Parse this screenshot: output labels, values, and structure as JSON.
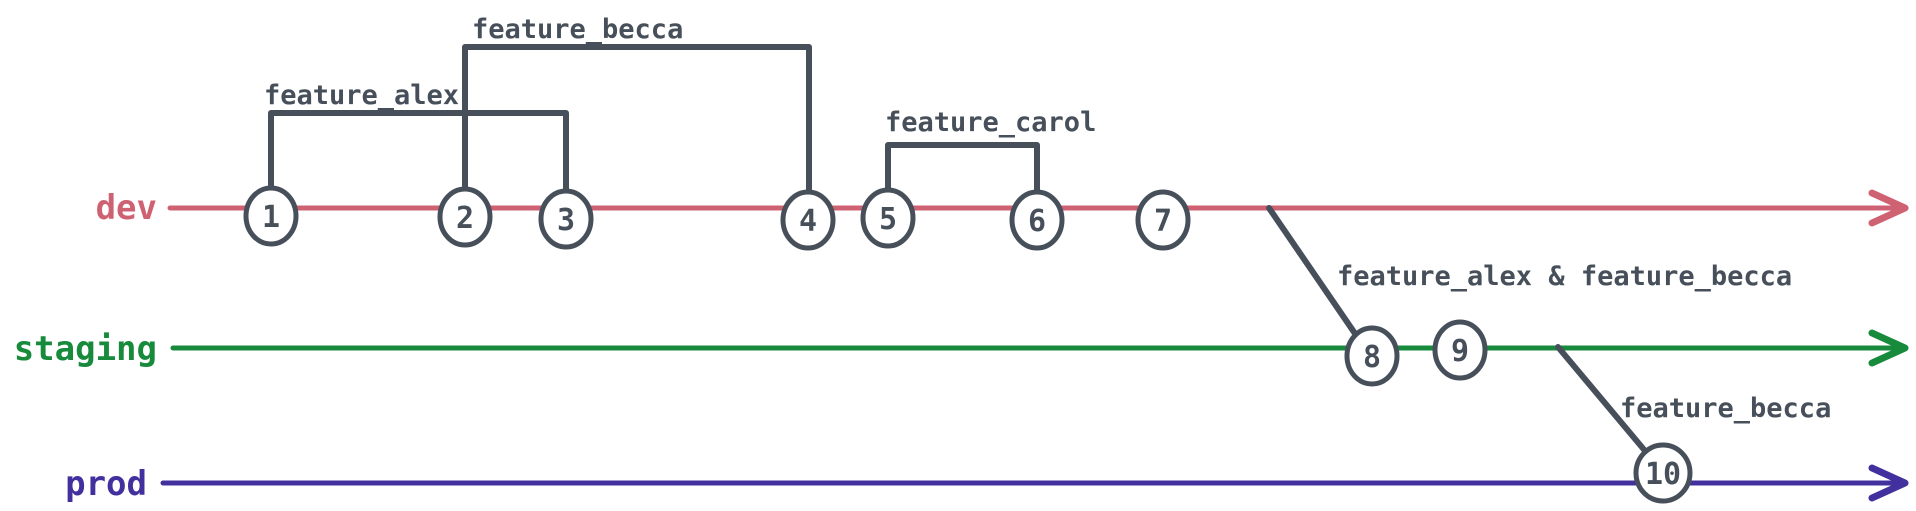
{
  "colors": {
    "ink": "#47505a",
    "dev": "#cf6272",
    "staging": "#178a3c",
    "prod": "#42309e"
  },
  "branches": [
    {
      "label": "dev",
      "color": "#cf6272",
      "commits": [
        "1",
        "2",
        "3",
        "4",
        "5",
        "6",
        "7"
      ]
    },
    {
      "label": "staging",
      "color": "#178a3c",
      "commits": [
        "8",
        "9"
      ]
    },
    {
      "label": "prod",
      "color": "#42309e",
      "commits": [
        "10"
      ]
    }
  ],
  "feature_brackets": [
    {
      "label": "feature_alex",
      "from_commit": "1",
      "to_commit": "3"
    },
    {
      "label": "feature_becca",
      "from_commit": "2",
      "to_commit": "4"
    },
    {
      "label": "feature_carol",
      "from_commit": "5",
      "to_commit": "6"
    }
  ],
  "merges": [
    {
      "label": "feature_alex & feature_becca",
      "from_branch": "dev",
      "to_branch": "staging",
      "to_commit": "8"
    },
    {
      "label": "feature_becca",
      "from_branch": "staging",
      "to_branch": "prod",
      "to_commit": "10"
    }
  ]
}
